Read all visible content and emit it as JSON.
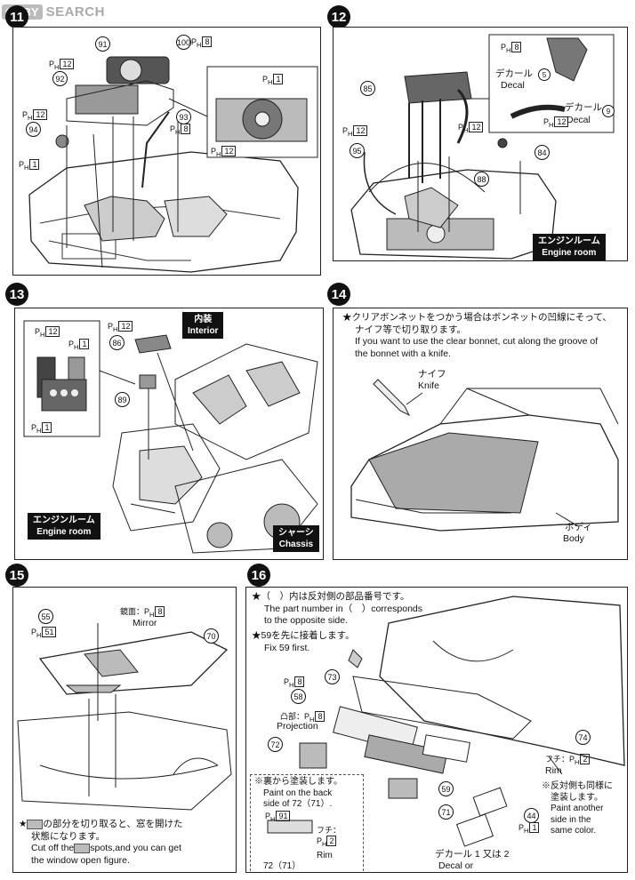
{
  "watermark": {
    "logo": "OBBY",
    "site": "SEARCH"
  },
  "steps": {
    "s11": {
      "number": "11",
      "parts": {
        "p91": "91",
        "p92": "92",
        "p93": "93",
        "p94": "94",
        "p100": "100"
      },
      "ph": {
        "p": "P",
        "h": "H",
        "v12": "12",
        "v8": "8",
        "v1": "1"
      }
    },
    "s12": {
      "number": "12",
      "parts": {
        "p85": "85",
        "p95": "95",
        "p84": "84",
        "p88": "88"
      },
      "decal1_jp": "デカール",
      "decal1_num": "5",
      "decal1_en": "Decal",
      "decal2_jp": "デカール",
      "decal2_num": "9",
      "decal2_en": "Decal",
      "engine_room_jp": "エンジンルーム",
      "engine_room_en": "Engine room"
    },
    "s13": {
      "number": "13",
      "parts": {
        "p86": "86",
        "p89": "89"
      },
      "interior_jp": "内装",
      "interior_en": "Interior",
      "engine_room_jp": "エンジンルーム",
      "engine_room_en": "Engine room",
      "chassis_jp": "シャーシ",
      "chassis_en": "Chassis"
    },
    "s14": {
      "number": "14",
      "note_jp_1": "★クリアボンネットをつかう場合はボンネットの凹線にそって、",
      "note_jp_2": "ナイフ等で切り取ります。",
      "note_en_1": "If you want to use the clear bonnet, cut along the groove of",
      "note_en_2": "the bonnet with a knife.",
      "knife_jp": "ナイフ",
      "knife_en": "Knife",
      "body_jp": "ボディ",
      "body_en": "Body"
    },
    "s15": {
      "number": "15",
      "parts": {
        "p55": "55",
        "p70": "70"
      },
      "ph_51": "51",
      "mirror_jp": "鏡面：",
      "mirror_en": "Mirror",
      "note_jp_1": "★",
      "note_jp_1b": "の部分を切り取ると、窓を開けた",
      "note_jp_2": "状態になります。",
      "note_en_1": "Cut off the",
      "note_en_1b": "spots,and you can get",
      "note_en_2": "the window open figure."
    },
    "s16": {
      "number": "16",
      "note1_jp": "★（　）内は反対側の部品番号です。",
      "note1_en_1": "The part number in（　）corresponds",
      "note1_en_2": "to the opposite side.",
      "note2_jp": "★59を先に接着します。",
      "note2_en": "Fix 59 first.",
      "parts": {
        "p73": "73",
        "p58": "58",
        "p72": "72",
        "p59": "59",
        "p71": "71",
        "p44": "44",
        "p74": "74"
      },
      "projection_jp": "凸部：",
      "projection_en": "Projection",
      "rim_jp": "フチ：",
      "rim_en": "Rim",
      "paint_back_jp": "※裏から塗装します。",
      "paint_back_en_1": "Paint on the back",
      "paint_back_en_2": "side of",
      "paint_back_parts": "72（71）.",
      "ph_91": "91",
      "rim2_jp": "フチ：",
      "rim2_en": "Rim",
      "pair_label": "72（71）",
      "paint_other_jp_1": "※反対側も同様に",
      "paint_other_jp_2": "塗装します。",
      "paint_other_en_1": "Paint another",
      "paint_other_en_2": "side in the",
      "paint_other_en_3": "same color.",
      "decal_jp": "デカール",
      "decal_mid_jp": "又は",
      "decal_en": "Decal",
      "decal_or": "or",
      "decal_num1": "1",
      "decal_num2": "2"
    }
  }
}
